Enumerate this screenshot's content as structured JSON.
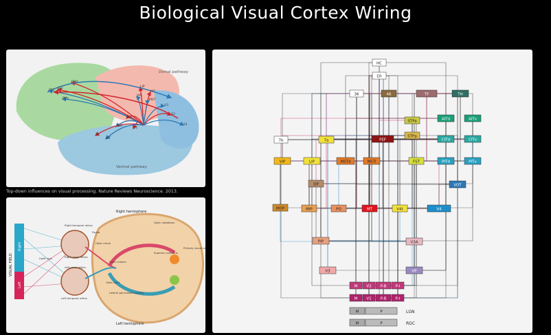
{
  "slide_title": "Biological Visual Cortex Wiring",
  "caption": "Top-down influences on visual processing. Nature Reviews Neuroscience. 2013.",
  "colors": {
    "background": "#000000",
    "dorsal": "#f4b9ae",
    "ventral": "#9cc8e0",
    "frontal": "#a9d9a0",
    "arrow_red": "#d1242b",
    "arrow_blue": "#2d79b5"
  },
  "brain": {
    "dorsal_label": "Dorsal pathway",
    "ventral_label": "Ventral pathway",
    "areas": [
      "FEF",
      "PFC",
      "PMd",
      "PMv",
      "LIP",
      "VIP",
      "MT",
      "MST",
      "V4",
      "TEO",
      "TE",
      "V1",
      "V2",
      "V3",
      "PIT",
      "AIT"
    ]
  },
  "eye": {
    "visual_field_label": "VISUAL FIELD",
    "right_label": "Right",
    "left_label": "Left",
    "right_hemisphere": "Right hemisphere",
    "left_hemisphere": "Left hemisphere",
    "labels": [
      "Right temporal retina",
      "Fovea",
      "Optic nerve",
      "Light rays",
      "Right nasal retina",
      "Left nasal retina",
      "Left temporal retina",
      "Optic chiasm",
      "Optic tract",
      "Lateral geniculate nucleus",
      "Optic radiations",
      "Superior colliculus",
      "Primary visual cortex (area V1)"
    ]
  },
  "wiring": {
    "top": [
      "HC",
      "ER"
    ],
    "row2": [
      "36",
      "46",
      "TF",
      "TH"
    ],
    "nodes": [
      "STPa",
      "AITd",
      "AITv",
      "STPp",
      "CITd",
      "CITv",
      "7b",
      "7a",
      "FEF",
      "VIP",
      "LIP",
      "MSTd",
      "MSTl",
      "FST",
      "PITd",
      "PITv",
      "DP",
      "VOT",
      "MDP",
      "MIP",
      "PO",
      "MT",
      "V4t",
      "V4",
      "PIP",
      "V3A",
      "V3",
      "VP"
    ],
    "v2": [
      "M",
      "V2",
      "P-B",
      "P-I"
    ],
    "v1": [
      "M",
      "V1",
      "P-B",
      "P-I"
    ],
    "lgn": [
      "M",
      "P"
    ],
    "rgc": [
      "M",
      "P"
    ],
    "lgn_label": "LGN",
    "rgc_label": "RGC"
  }
}
